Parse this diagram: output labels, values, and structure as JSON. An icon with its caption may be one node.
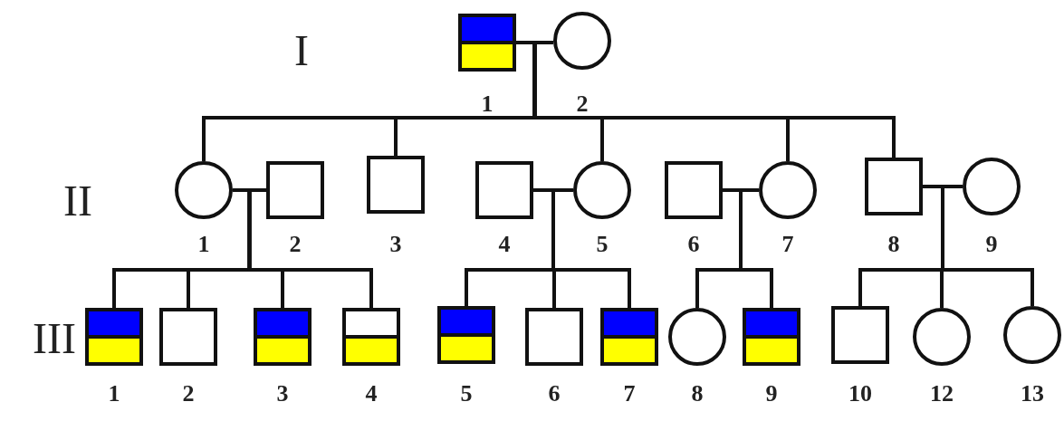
{
  "diagram": {
    "nodes": [
      {
        "text": [],
        "shape": "bicolor",
        "beside": [
          "1"
        ]
      },
      {
        "text": [],
        "shape": "circle",
        "beside": [
          "2"
        ]
      },
      {
        "text": [],
        "shape": "circle",
        "beside": [
          "1"
        ]
      },
      {
        "text": [],
        "shape": "box",
        "beside": [
          "2"
        ]
      },
      {
        "text": [],
        "shape": "box",
        "beside": [
          "3"
        ]
      },
      {
        "text": [],
        "shape": "box",
        "beside": [
          "4"
        ]
      },
      {
        "text": [],
        "shape": "circle",
        "beside": [
          "5"
        ]
      },
      {
        "text": [],
        "shape": "box",
        "beside": [
          "6"
        ]
      },
      {
        "text": [],
        "shape": "circle",
        "beside": [
          "7"
        ]
      },
      {
        "text": [],
        "shape": "box",
        "beside": [
          "8"
        ]
      },
      {
        "text": [],
        "shape": "circle",
        "beside": [
          "9"
        ]
      },
      {
        "text": [],
        "shape": "bicolor",
        "beside": [
          "1"
        ]
      },
      {
        "text": [],
        "shape": "box",
        "beside": [
          "2"
        ]
      },
      {
        "text": [],
        "shape": "bicolor",
        "beside": [
          "3"
        ]
      },
      {
        "text": [],
        "shape": "halffilled",
        "beside": [
          "4"
        ]
      },
      {
        "text": [],
        "shape": "bicolor",
        "beside": [
          "5"
        ]
      },
      {
        "text": [],
        "shape": "box",
        "beside": [
          "6"
        ]
      },
      {
        "text": [],
        "shape": "bicolor",
        "beside": [
          "7"
        ]
      },
      {
        "text": [],
        "shape": "circle",
        "beside": [
          "8"
        ]
      },
      {
        "text": [],
        "shape": "bicolor",
        "beside": [
          "9"
        ]
      },
      {
        "text": [],
        "shape": "box",
        "beside": [
          "10"
        ]
      },
      {
        "text": [],
        "shape": "circle",
        "beside": [
          "12"
        ]
      },
      {
        "text": [],
        "shape": "circle",
        "beside": [
          "13"
        ]
      }
    ],
    "edges": [
      {
        "from": 0,
        "to": 1,
        "arrow": "none"
      },
      {
        "from": 0,
        "to": 2,
        "arrow": "none"
      },
      {
        "from": 1,
        "to": 2,
        "arrow": "none"
      },
      {
        "from": 0,
        "to": 4,
        "arrow": "none"
      },
      {
        "from": 1,
        "to": 4,
        "arrow": "none"
      },
      {
        "from": 0,
        "to": 6,
        "arrow": "none"
      },
      {
        "from": 1,
        "to": 6,
        "arrow": "none"
      },
      {
        "from": 0,
        "to": 8,
        "arrow": "none"
      },
      {
        "from": 1,
        "to": 8,
        "arrow": "none"
      },
      {
        "from": 0,
        "to": 9,
        "arrow": "none"
      },
      {
        "from": 1,
        "to": 9,
        "arrow": "none"
      },
      {
        "from": 2,
        "to": 3,
        "arrow": "none"
      },
      {
        "from": 5,
        "to": 6,
        "arrow": "none"
      },
      {
        "from": 7,
        "to": 8,
        "arrow": "none"
      },
      {
        "from": 9,
        "to": 10,
        "arrow": "none"
      },
      {
        "from": 2,
        "to": 11,
        "arrow": "none"
      },
      {
        "from": 3,
        "to": 11,
        "arrow": "none"
      },
      {
        "from": 2,
        "to": 12,
        "arrow": "none"
      },
      {
        "from": 3,
        "to": 12,
        "arrow": "none"
      },
      {
        "from": 2,
        "to": 13,
        "arrow": "none"
      },
      {
        "from": 3,
        "to": 13,
        "arrow": "none"
      },
      {
        "from": 2,
        "to": 14,
        "arrow": "none"
      },
      {
        "from": 3,
        "to": 14,
        "arrow": "none"
      },
      {
        "from": 5,
        "to": 15,
        "arrow": "none"
      },
      {
        "from": 6,
        "to": 15,
        "arrow": "none"
      },
      {
        "from": 5,
        "to": 16,
        "arrow": "none"
      },
      {
        "from": 6,
        "to": 16,
        "arrow": "none"
      },
      {
        "from": 5,
        "to": 17,
        "arrow": "none"
      },
      {
        "from": 6,
        "to": 17,
        "arrow": "none"
      },
      {
        "from": 7,
        "to": 18,
        "arrow": "none"
      },
      {
        "from": 8,
        "to": 18,
        "arrow": "none"
      },
      {
        "from": 7,
        "to": 19,
        "arrow": "none"
      },
      {
        "from": 8,
        "to": 19,
        "arrow": "none"
      },
      {
        "from": 9,
        "to": 20,
        "arrow": "none"
      },
      {
        "from": 10,
        "to": 20,
        "arrow": "none"
      },
      {
        "from": 9,
        "to": 21,
        "arrow": "none"
      },
      {
        "from": 10,
        "to": 21,
        "arrow": "none"
      },
      {
        "from": 9,
        "to": 22,
        "arrow": "none"
      },
      {
        "from": 10,
        "to": 22,
        "arrow": "none"
      }
    ],
    "labels": [
      "I",
      "II",
      "III"
    ]
  }
}
